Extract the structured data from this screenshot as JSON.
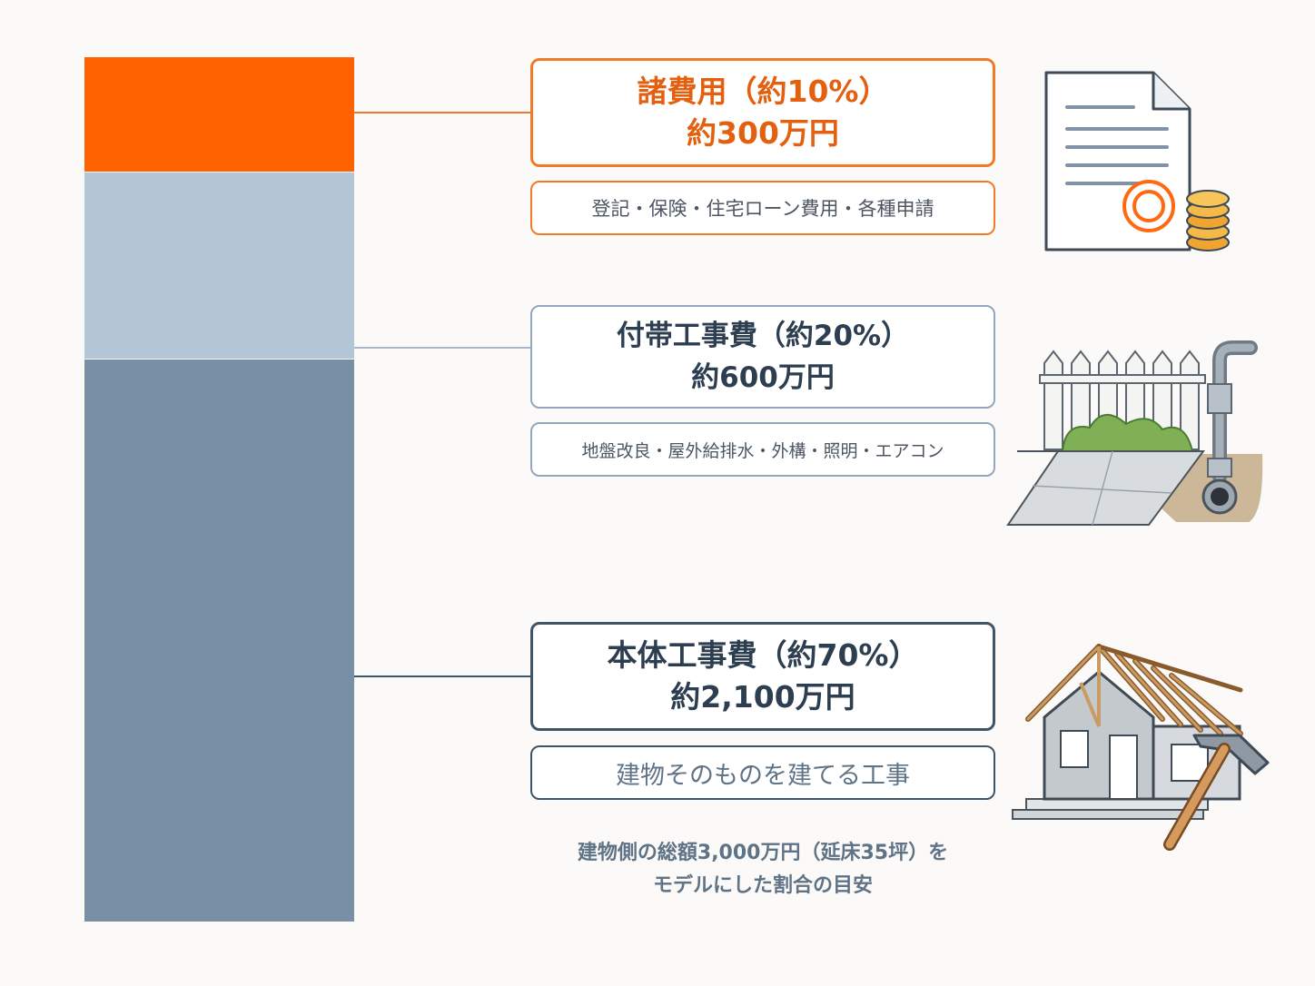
{
  "chart_data": {
    "type": "bar",
    "stacked": true,
    "total_label": "建物側の総額3,000万円（延床35坪）を",
    "segments": [
      {
        "key": "shohiyo",
        "title": "諸費用（約10%）",
        "amount": "約300万円",
        "description": "登記・保険・住宅ローン費用・各種申請",
        "percent": 10,
        "value": 300,
        "color": "#ff6200",
        "title_color": "#e2600f",
        "desc_color": "#4c5663",
        "border_color": "#f07a2a"
      },
      {
        "key": "futai",
        "title": "付帯工事費（約20%）",
        "amount": "約600万円",
        "description": "地盤改良・屋外給排水・外構・照明・エアコン",
        "percent": 20,
        "value": 600,
        "color": "#b4c5d6",
        "title_color": "#2c3e50",
        "desc_color": "#4c5663",
        "border_color": "#94a6bd"
      },
      {
        "key": "hontai",
        "title": "本体工事費（約70%）",
        "amount": "約2,100万円",
        "description": "建物そのものを建てる工事",
        "percent": 70,
        "value": 2100,
        "color": "#798fa6",
        "title_color": "#2c3e50",
        "desc_color": "#5f7386",
        "border_color": "#3e5468"
      }
    ]
  },
  "note": {
    "line1": "建物側の総額3,000万円（延床35坪）を",
    "line2": "モデルにした割合の目安"
  },
  "icons": {
    "shohiyo": "document-coins-icon",
    "futai": "fence-pipe-icon",
    "hontai": "house-hammer-icon"
  }
}
